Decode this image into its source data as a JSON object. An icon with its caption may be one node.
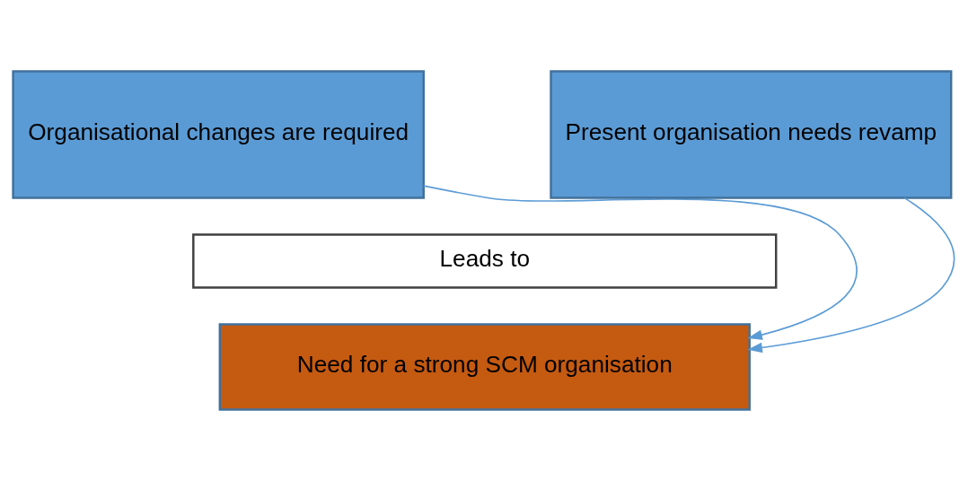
{
  "diagram": {
    "nodes": [
      {
        "text": [
          "Organisational changes are required"
        ]
      },
      {
        "text": [
          "Present organisation needs revamp"
        ]
      },
      {
        "text": [
          "Leads to"
        ]
      },
      {
        "text": [
          "Need for a strong SCM organisation"
        ]
      }
    ],
    "edges": [
      {
        "from": 0,
        "to": 3,
        "arrow": "to"
      },
      {
        "from": 1,
        "to": 3,
        "arrow": "to"
      }
    ]
  }
}
